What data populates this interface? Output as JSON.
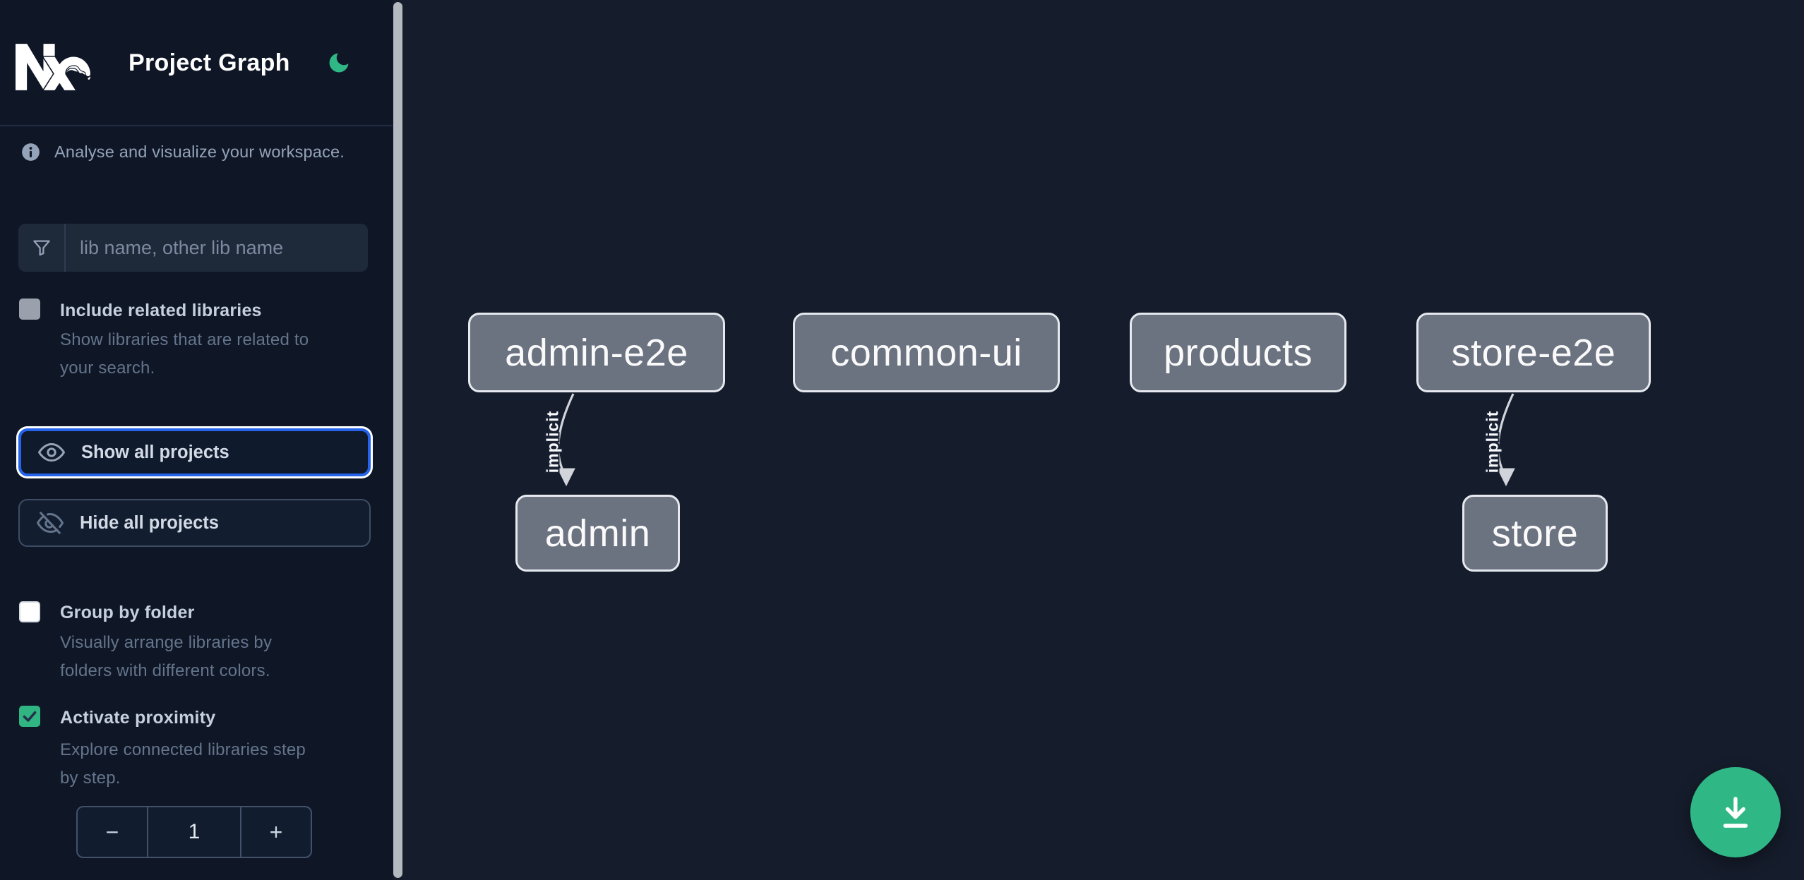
{
  "header": {
    "app_name": "Nx",
    "title": "Project Graph"
  },
  "theme": {
    "mode": "dark",
    "icon": "moon"
  },
  "intro": {
    "text": "Analyse and visualize your workspace."
  },
  "search": {
    "placeholder": "lib name, other lib name",
    "value": ""
  },
  "options": {
    "include_related": {
      "label": "Include related libraries",
      "checked": false,
      "lines": [
        "Show libraries that are related to",
        "your search."
      ]
    },
    "group_by_folder": {
      "label": "Group by folder",
      "checked": false,
      "lines": [
        "Visually arrange libraries by",
        "folders with different colors."
      ]
    },
    "activate_proximity": {
      "label": "Activate proximity",
      "checked": true,
      "lines": [
        "Explore connected libraries step",
        "by step."
      ]
    }
  },
  "actions": {
    "show_all_label": "Show all projects",
    "hide_all_label": "Hide all projects"
  },
  "stepper": {
    "decrement_label": "−",
    "value": "1",
    "increment_label": "+"
  },
  "graph": {
    "nodes": [
      {
        "id": "admin-e2e",
        "label": "admin-e2e"
      },
      {
        "id": "common-ui",
        "label": "common-ui"
      },
      {
        "id": "products",
        "label": "products"
      },
      {
        "id": "store-e2e",
        "label": "store-e2e"
      },
      {
        "id": "admin",
        "label": "admin"
      },
      {
        "id": "store",
        "label": "store"
      }
    ],
    "edges": [
      {
        "source": "admin-e2e",
        "target": "admin",
        "label": "implicit"
      },
      {
        "source": "store-e2e",
        "target": "store",
        "label": "implicit"
      }
    ]
  },
  "fab": {
    "icon": "download"
  },
  "colors": {
    "sidebar_bg": "#0f1727",
    "canvas_bg": "#151c2b",
    "accent_green": "#2fb886",
    "checkbox_green": "#2fb482",
    "focus_blue": "#2563eb",
    "node_fill": "#6b7280",
    "node_border": "#e6e9ee",
    "edge": "#d1d5db",
    "text_muted": "#64748b",
    "text_label": "#c6d0dd"
  }
}
